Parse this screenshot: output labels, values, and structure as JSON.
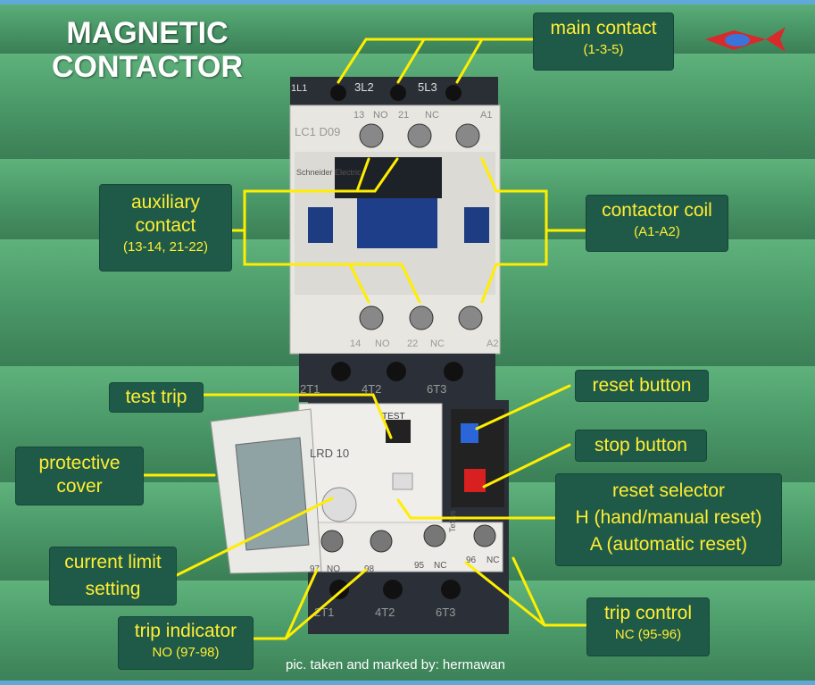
{
  "title": {
    "line1": "MAGNETIC",
    "line2": "CONTACTOR"
  },
  "labels": {
    "main_contact": {
      "line1": "main contact",
      "line2": "(1-3-5)"
    },
    "auxiliary_contact": {
      "line1": "auxiliary",
      "line1b": "contact",
      "line2": "(13-14, 21-22)"
    },
    "contactor_coil": {
      "line1": "contactor coil",
      "line2": "(A1-A2)"
    },
    "test_trip": {
      "line1": "test trip"
    },
    "reset_button": {
      "line1": "reset button"
    },
    "stop_button": {
      "line1": "stop button"
    },
    "protective_cover": {
      "line1": "protective",
      "line1b": "cover"
    },
    "reset_selector": {
      "line1": "reset selector",
      "line2": "H (hand/manual reset)",
      "line3": "A (automatic reset)"
    },
    "current_limit_setting": {
      "line1": "current limit",
      "line1b": "setting"
    },
    "trip_indicator": {
      "line1": "trip indicator",
      "line2": "NO (97-98)"
    },
    "trip_control": {
      "line1": "trip control",
      "line2": "NC (95-96)"
    }
  },
  "device": {
    "top_terminals": [
      "1L1",
      "3L2",
      "5L3"
    ],
    "aux_top": [
      "13",
      "NO",
      "21",
      "NC",
      "A1"
    ],
    "model": "LC1 D09",
    "brand": "Schneider Electric",
    "aux_bottom": [
      "14",
      "NO",
      "22",
      "NC",
      "A2"
    ],
    "out_terminals": [
      "2T1",
      "4T2",
      "6T3"
    ],
    "relay_model": "LRD 10",
    "relay_test": "TEST",
    "relay_bottom": [
      "97",
      "NO",
      "98",
      "95",
      "NC",
      "96",
      "NC"
    ],
    "relay_out": [
      "2T1",
      "4T2",
      "6T3"
    ],
    "relay_brand": "TeSys"
  },
  "credit": "pic. taken and marked by: hermawan",
  "colors": {
    "label_bg": "#1f5a48",
    "label_text": "#ffee33",
    "arrow": "#ffee00",
    "background": "#4a9a66"
  }
}
